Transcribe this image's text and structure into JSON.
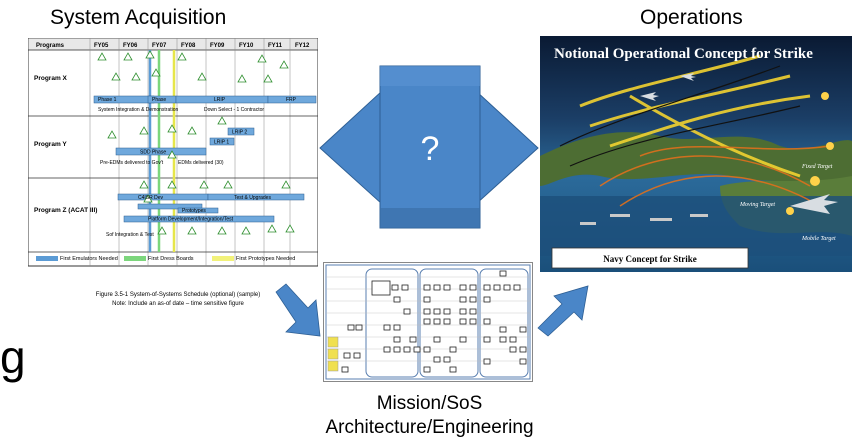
{
  "titles": {
    "system_acquisition": "System Acquisition",
    "operations": "Operations",
    "mission_line1": "Mission/SoS",
    "mission_line2": "Architecture/Engineering"
  },
  "center": {
    "question": "?"
  },
  "edge_glyph": "g",
  "colors": {
    "arrow_fill": "#4a86c8",
    "arrow_dark": "#3a6fa8",
    "ocean": "#1d4f7a",
    "land": "#5a7d3a",
    "sky": "#0b1f3a"
  },
  "schedule": {
    "columns": [
      "Programs",
      "FY05",
      "FY06",
      "FY07",
      "FY08",
      "FY09",
      "FY10",
      "FY11",
      "FY12"
    ],
    "rows": [
      {
        "name": "Program X",
        "phases": [
          "Phase 1",
          "Phase",
          "LRIP",
          "FRP"
        ],
        "notes": [
          "System Integration & Demonstration",
          "Down Select - 1 Contractor"
        ]
      },
      {
        "name": "Program Y",
        "phases": [
          "SDD Phase",
          "LRIP 1",
          "LRIP 2"
        ],
        "notes": [
          "Pre-EDMs delivered to Gov't",
          "EDMs delivered (30)"
        ]
      },
      {
        "name": "Program Z (ACAT III)",
        "phases": [
          "C4ISR Dev",
          "Test & Upgrades",
          "Prototypes",
          "Platform Development/Integration/Test"
        ],
        "notes": [
          "Sof Integration & Test"
        ]
      }
    ],
    "legend": [
      {
        "label": "First Emulators Needed",
        "color": "#5b9bd5"
      },
      {
        "label": "First Dress Boards",
        "color": "#7cd67c"
      },
      {
        "label": "First Prototypes Needed",
        "color": "#f2f27a"
      }
    ],
    "caption": "Figure 3.5-1 System-of-Systems Schedule (optional) (sample)",
    "caption_note": "Note: Include an as-of date – time sensitive figure"
  },
  "ops": {
    "title": "Notional Operational Concept for Strike",
    "caption": "Navy Concept for Strike",
    "labels": [
      "Fixed Target",
      "Moving Target",
      "Mobile Target"
    ]
  }
}
